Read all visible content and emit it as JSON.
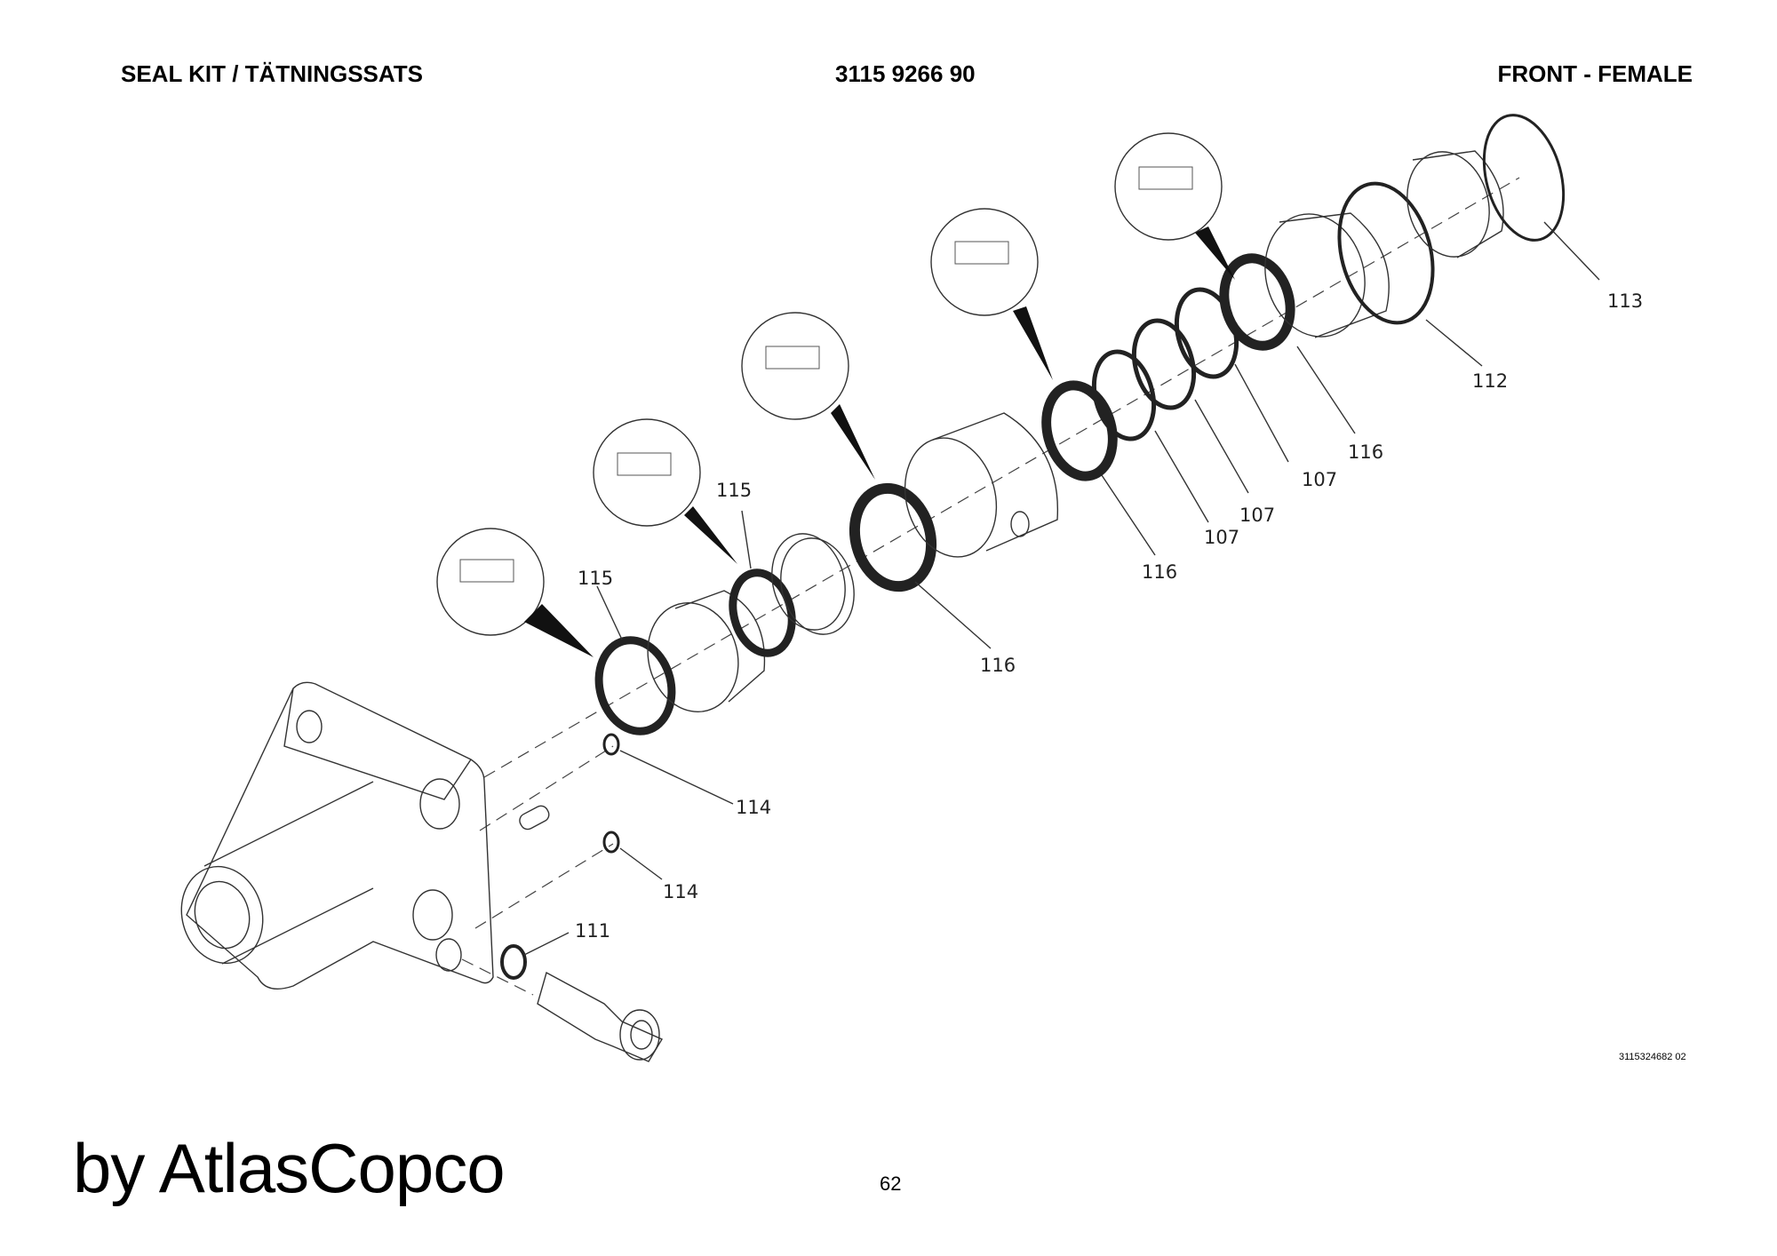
{
  "header": {
    "left": "SEAL KIT / TÄTNINGSSATS",
    "center": "3115 9266 90",
    "right": "FRONT - FEMALE"
  },
  "callouts": {
    "c113": "113",
    "c112": "112",
    "c116a": "116",
    "c107a": "107",
    "c107b": "107",
    "c107c": "107",
    "c116b": "116",
    "c116c": "116",
    "c115a": "115",
    "c115b": "115",
    "c114a": "114",
    "c114b": "114",
    "c111": "111"
  },
  "drawing_ref": "3115324682 02",
  "brand": "by AtlasCopco",
  "page_number": "62"
}
